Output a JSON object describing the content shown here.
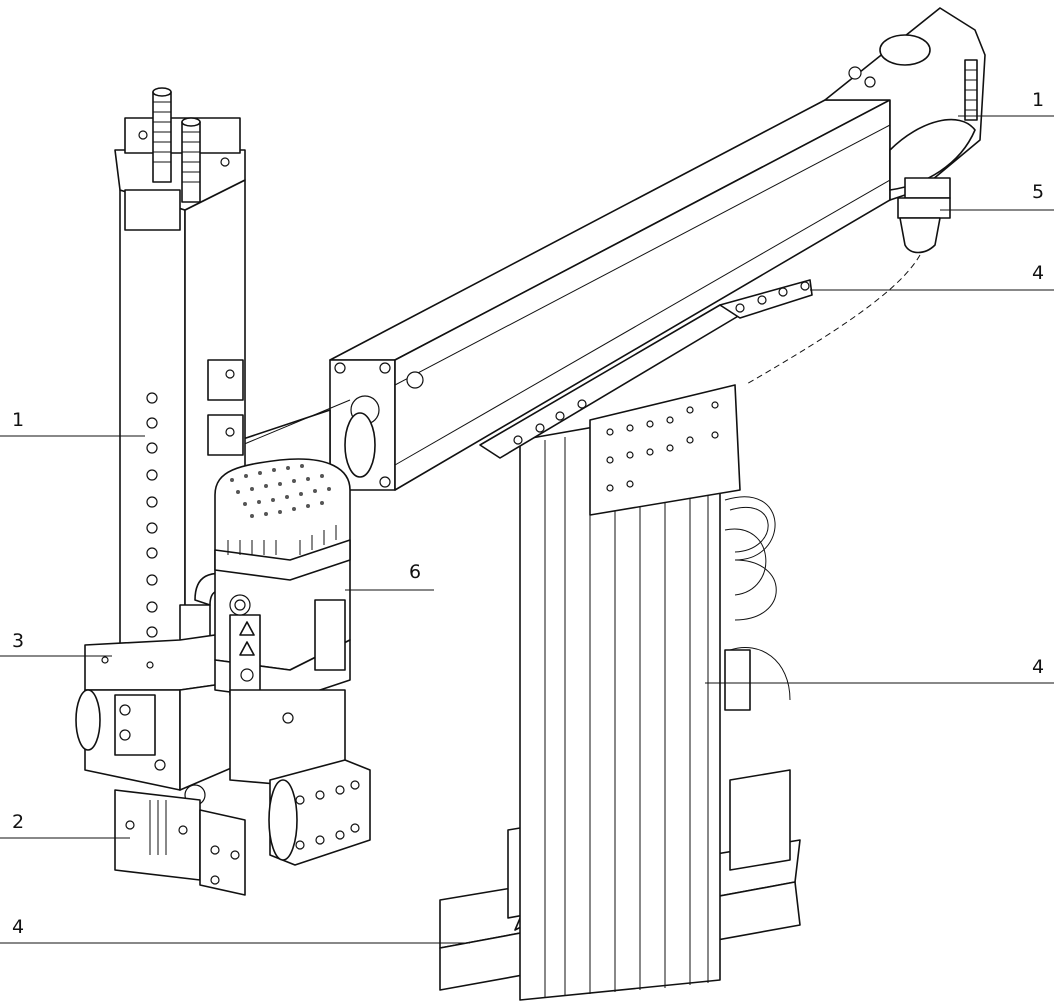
{
  "labels": {
    "arm_top": "1",
    "column": "1",
    "gripper_bottom": "2",
    "rotary_unit": "3",
    "brace_upper": "4",
    "post": "4",
    "base": "4",
    "suction_cup": "5",
    "motor": "6"
  }
}
